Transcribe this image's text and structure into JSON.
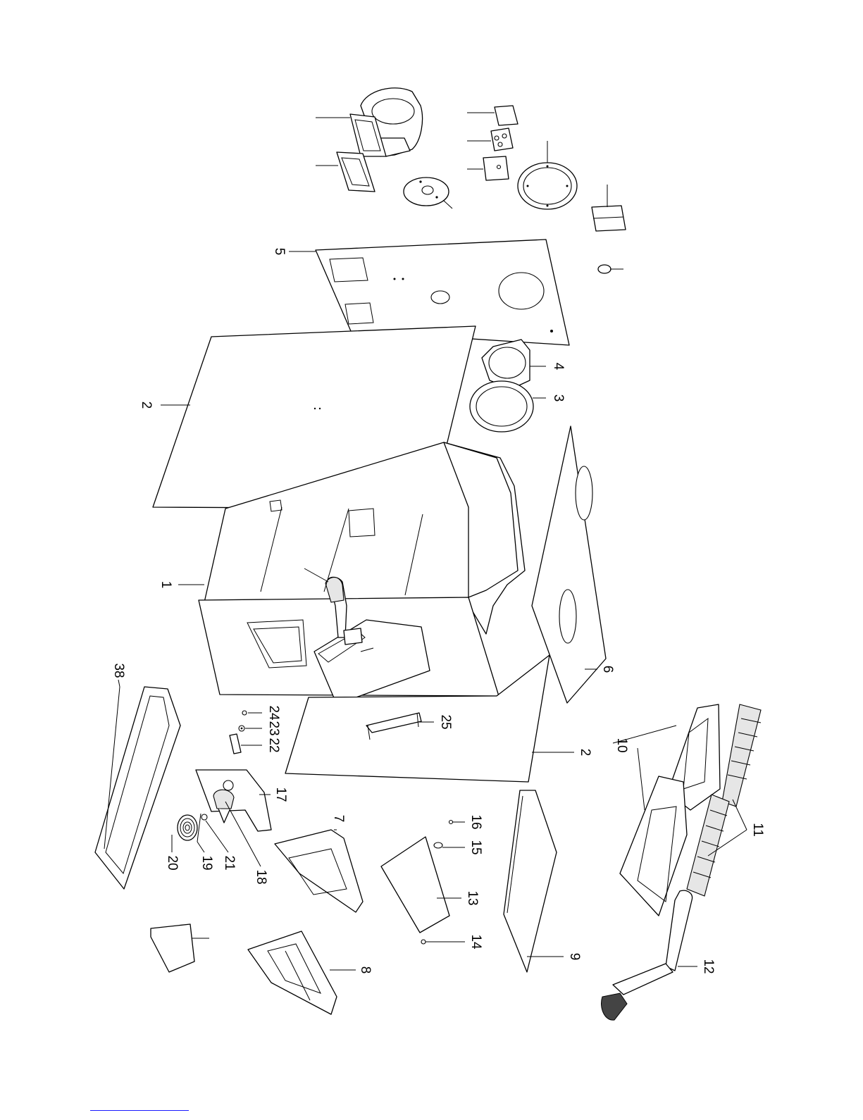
{
  "diagram": {
    "labels": [
      {
        "id": "1",
        "text": "1"
      },
      {
        "id": "2a",
        "text": "2"
      },
      {
        "id": "2b",
        "text": "2"
      },
      {
        "id": "3",
        "text": "3"
      },
      {
        "id": "4",
        "text": "4"
      },
      {
        "id": "5",
        "text": "5"
      },
      {
        "id": "6",
        "text": "6"
      },
      {
        "id": "7",
        "text": "7"
      },
      {
        "id": "8",
        "text": "8"
      },
      {
        "id": "9",
        "text": "9"
      },
      {
        "id": "10",
        "text": "10"
      },
      {
        "id": "11",
        "text": "11"
      },
      {
        "id": "12",
        "text": "12"
      },
      {
        "id": "13",
        "text": "13"
      },
      {
        "id": "14",
        "text": "14"
      },
      {
        "id": "15",
        "text": "15"
      },
      {
        "id": "16",
        "text": "16"
      },
      {
        "id": "17",
        "text": "17"
      },
      {
        "id": "18",
        "text": "18"
      },
      {
        "id": "19",
        "text": "19"
      },
      {
        "id": "20",
        "text": "20"
      },
      {
        "id": "21",
        "text": "21"
      },
      {
        "id": "22",
        "text": "22"
      },
      {
        "id": "23",
        "text": "23"
      },
      {
        "id": "24",
        "text": "24"
      },
      {
        "id": "25",
        "text": "25"
      },
      {
        "id": "38",
        "text": "38"
      }
    ]
  }
}
